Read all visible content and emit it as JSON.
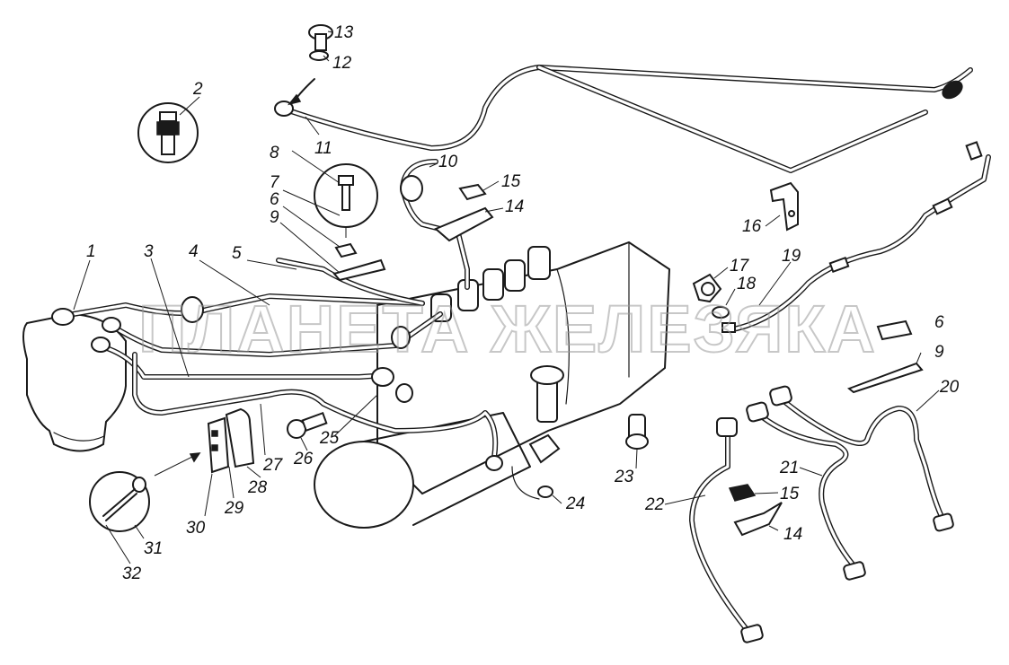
{
  "watermark": "ПЛАНЕТА ЖЕЛЕЗЯКА",
  "callouts": [
    {
      "id": "c1",
      "label": "1"
    },
    {
      "id": "c2",
      "label": "2"
    },
    {
      "id": "c3",
      "label": "3"
    },
    {
      "id": "c4",
      "label": "4"
    },
    {
      "id": "c5",
      "label": "5"
    },
    {
      "id": "c6a",
      "label": "6"
    },
    {
      "id": "c6b",
      "label": "6"
    },
    {
      "id": "c7",
      "label": "7"
    },
    {
      "id": "c8",
      "label": "8"
    },
    {
      "id": "c9a",
      "label": "9"
    },
    {
      "id": "c9b",
      "label": "9"
    },
    {
      "id": "c10",
      "label": "10"
    },
    {
      "id": "c11",
      "label": "11"
    },
    {
      "id": "c12",
      "label": "12"
    },
    {
      "id": "c13",
      "label": "13"
    },
    {
      "id": "c14a",
      "label": "14"
    },
    {
      "id": "c14b",
      "label": "14"
    },
    {
      "id": "c15a",
      "label": "15"
    },
    {
      "id": "c15b",
      "label": "15"
    },
    {
      "id": "c16",
      "label": "16"
    },
    {
      "id": "c17",
      "label": "17"
    },
    {
      "id": "c18",
      "label": "18"
    },
    {
      "id": "c19",
      "label": "19"
    },
    {
      "id": "c20",
      "label": "20"
    },
    {
      "id": "c21",
      "label": "21"
    },
    {
      "id": "c22",
      "label": "22"
    },
    {
      "id": "c23",
      "label": "23"
    },
    {
      "id": "c24",
      "label": "24"
    },
    {
      "id": "c25",
      "label": "25"
    },
    {
      "id": "c26",
      "label": "26"
    },
    {
      "id": "c27",
      "label": "27"
    },
    {
      "id": "c28",
      "label": "28"
    },
    {
      "id": "c29",
      "label": "29"
    },
    {
      "id": "c30",
      "label": "30"
    },
    {
      "id": "c31",
      "label": "31"
    },
    {
      "id": "c32",
      "label": "32"
    }
  ]
}
